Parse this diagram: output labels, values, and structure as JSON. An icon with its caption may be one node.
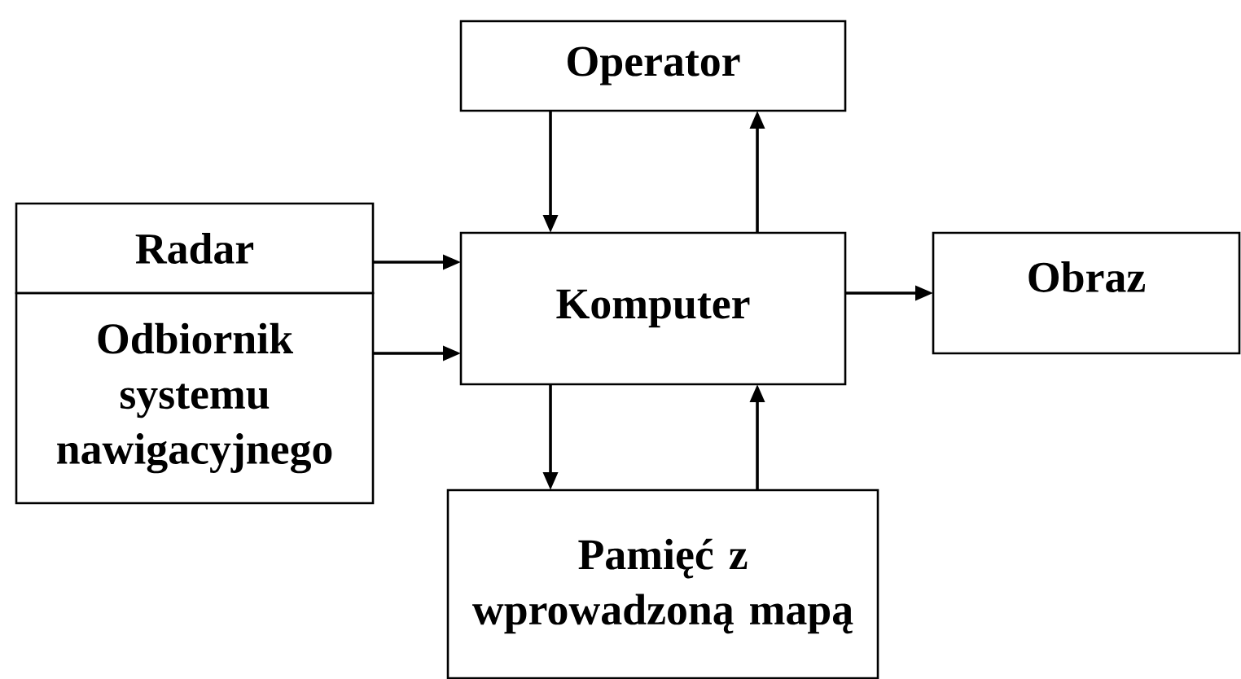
{
  "diagram": {
    "nodes": [
      {
        "text": [
          "Operator"
        ]
      },
      {
        "text": [
          "Radar"
        ]
      },
      {
        "text": [
          "Odbiornik systemu nawigacyjnego"
        ]
      },
      {
        "text": [
          "Komputer"
        ]
      },
      {
        "text": [
          "Obraz"
        ]
      },
      {
        "text": [
          "Pamięć z wprowadzoną mapą"
        ]
      }
    ],
    "edges": [
      {
        "from": 0,
        "to": 3,
        "arrow": "to"
      },
      {
        "from": 3,
        "to": 0,
        "arrow": "to"
      },
      {
        "from": 1,
        "to": 3,
        "arrow": "to"
      },
      {
        "from": 2,
        "to": 3,
        "arrow": "to"
      },
      {
        "from": 3,
        "to": 4,
        "arrow": "to"
      },
      {
        "from": 3,
        "to": 5,
        "arrow": "to"
      },
      {
        "from": 5,
        "to": 3,
        "arrow": "to"
      }
    ]
  }
}
